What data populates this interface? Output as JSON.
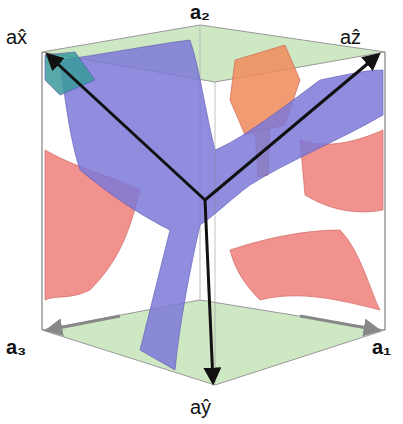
{
  "diagram": {
    "labels": [
      "a₂",
      "ax̂",
      "aẑ",
      "a₃",
      "a₁",
      "aŷ"
    ]
  }
}
